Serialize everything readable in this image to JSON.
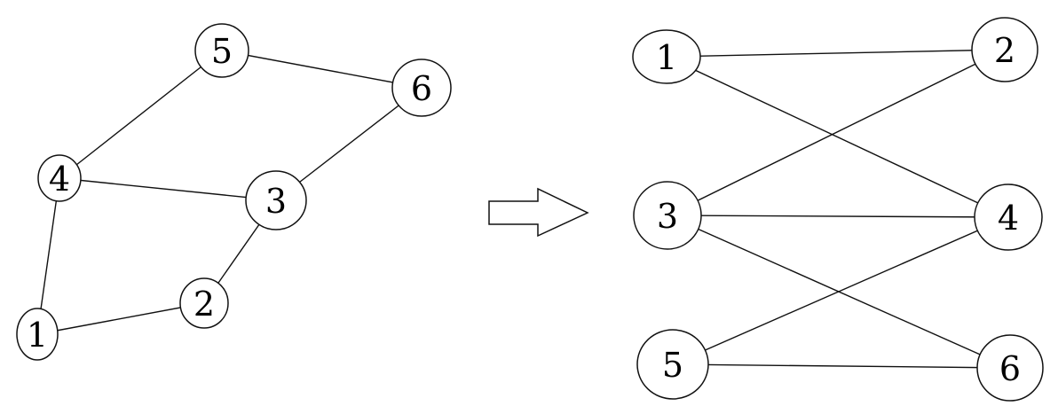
{
  "left_graph": {
    "nodes": [
      {
        "id": "1",
        "label": "1"
      },
      {
        "id": "2",
        "label": "2"
      },
      {
        "id": "3",
        "label": "3"
      },
      {
        "id": "4",
        "label": "4"
      },
      {
        "id": "5",
        "label": "5"
      },
      {
        "id": "6",
        "label": "6"
      }
    ],
    "edges": [
      [
        "5",
        "6"
      ],
      [
        "5",
        "4"
      ],
      [
        "6",
        "3"
      ],
      [
        "4",
        "3"
      ],
      [
        "4",
        "1"
      ],
      [
        "3",
        "2"
      ],
      [
        "1",
        "2"
      ]
    ]
  },
  "right_graph": {
    "nodes": [
      {
        "id": "1",
        "label": "1"
      },
      {
        "id": "2",
        "label": "2"
      },
      {
        "id": "3",
        "label": "3"
      },
      {
        "id": "4",
        "label": "4"
      },
      {
        "id": "5",
        "label": "5"
      },
      {
        "id": "6",
        "label": "6"
      }
    ],
    "edges": [
      [
        "1",
        "2"
      ],
      [
        "1",
        "4"
      ],
      [
        "3",
        "2"
      ],
      [
        "3",
        "4"
      ],
      [
        "3",
        "6"
      ],
      [
        "5",
        "4"
      ],
      [
        "5",
        "6"
      ]
    ]
  },
  "arrow": {
    "direction": "right"
  }
}
